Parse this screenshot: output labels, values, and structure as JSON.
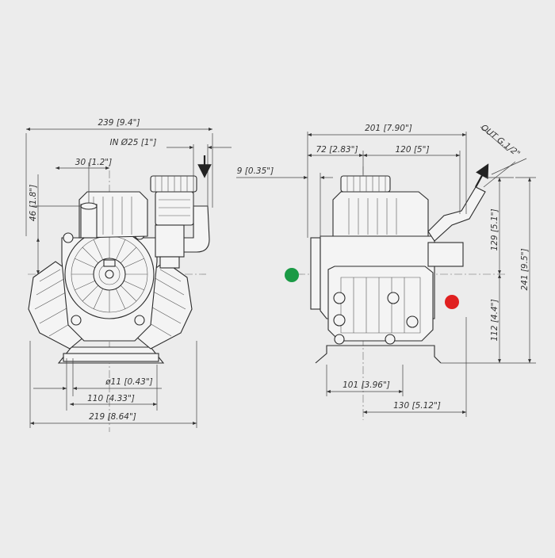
{
  "dimensions": {
    "front": {
      "overall_width": "239 [9.4\"]",
      "inlet": "IN Ø25 [1\"]",
      "top_width": "30 [1.2\"]",
      "height_offset": "46 [1.8\"]",
      "hole_dia": "ø11 [0.43\"]",
      "base_hole_spacing": "110 [4.33\"]",
      "base_width": "219 [8.64\"]"
    },
    "side": {
      "overall_depth": "201 [7.90\"]",
      "outlet": "OUT G.1/2\"",
      "offset_left": "72 [2.83\"]",
      "outlet_offset": "120 [5\"]",
      "flange_gap": "9 [0.35\"]",
      "upper_height": "129 [5.1\"]",
      "total_height": "241 [9.5\"]",
      "lower_height": "112 [4.4\"]",
      "foot_spacing": "101 [3.96\"]",
      "foot_depth": "130 [5.12\"]"
    }
  },
  "indicators": {
    "inlet_color": "#1a9a45",
    "outlet_color": "#e02020"
  }
}
